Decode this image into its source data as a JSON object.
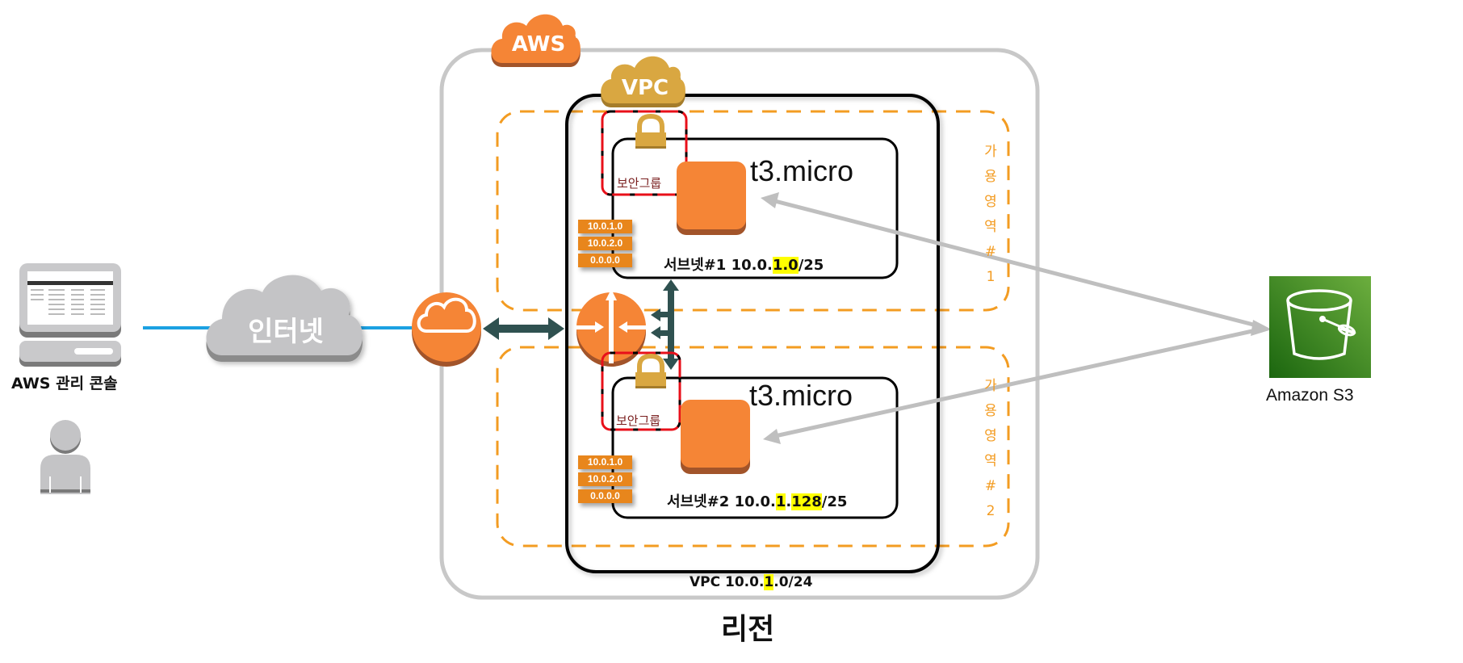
{
  "console": {
    "label": "AWS 관리 콘솔",
    "icon": "monitor-icon"
  },
  "user": {
    "icon": "user-icon"
  },
  "internet": {
    "label": "인터넷",
    "icon": "cloud-icon"
  },
  "internet_gateway": {
    "icon": "internet-gateway-icon"
  },
  "aws": {
    "badge": "AWS"
  },
  "vpc": {
    "badge": "VPC",
    "cidr_prefix": "VPC 10.0.",
    "cidr_highlight": "1",
    "cidr_suffix": ".0/24"
  },
  "region": {
    "label": "리전"
  },
  "router": {
    "icon": "router-icon"
  },
  "availability_zones": [
    {
      "label_chars": [
        "가",
        "용",
        "영",
        "역",
        "#",
        "1"
      ]
    },
    {
      "label_chars": [
        "가",
        "용",
        "영",
        "역",
        "#",
        "2"
      ]
    }
  ],
  "subnets": [
    {
      "name": "서브넷#1 ",
      "cidr_prefix": "10.0.",
      "cidr_highlight": "1.0",
      "cidr_highlight_b": "",
      "cidr_mid": "",
      "cidr_suffix": "/25",
      "instance": "t3.micro",
      "security_group": "보안그룹",
      "route_table": [
        "10.0.1.0",
        "10.0.2.0",
        "0.0.0.0"
      ]
    },
    {
      "name": "서브넷#2 ",
      "cidr_prefix": "10.0.",
      "cidr_highlight": "1",
      "cidr_mid": ".",
      "cidr_highlight_b": "128",
      "cidr_suffix": "/25",
      "instance": "t3.micro",
      "security_group": "보안그룹",
      "route_table": [
        "10.0.1.0",
        "10.0.2.0",
        "0.0.0.0"
      ]
    }
  ],
  "s3": {
    "label": "Amazon S3",
    "icon": "s3-bucket-icon"
  },
  "colors": {
    "aws_orange": "#f58536",
    "vpc_gold": "#d9a741",
    "az_dash": "#f39c22",
    "sg_red": "#e8101a",
    "arrow_dark": "#2f5150",
    "arrow_gray": "#bfbfbf",
    "internet_line": "#1ba1e2",
    "s3_green": "#3f8624",
    "highlight": "#ffff00"
  }
}
